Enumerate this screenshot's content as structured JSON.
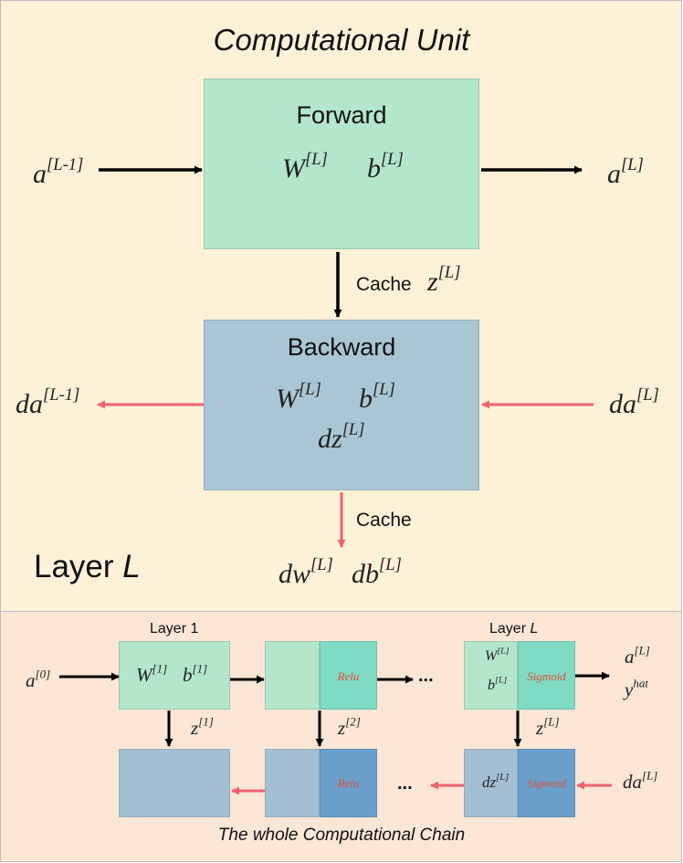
{
  "colors": {
    "top_bg": "#fdf1d8",
    "bottom_bg": "#fce6d6",
    "border": "#bdbdbd",
    "forward": "#b3e6cc",
    "backward": "#a9c6d4",
    "relu_fwd": "#7fdbc4",
    "relu_bwd": "#6a9fcb",
    "bwd_light": "#a4bed4",
    "black_arrow": "#000000",
    "red_arrow": "#ef6370",
    "activation_text": "#e0503a"
  },
  "unit": {
    "title": "Computational Unit",
    "forward_label": "Forward",
    "backward_label": "Backward",
    "fwd_w": {
      "base": "W",
      "sup": "[L]"
    },
    "fwd_b": {
      "base": "b",
      "sup": "[L]"
    },
    "bwd_w": {
      "base": "W",
      "sup": "[L]"
    },
    "bwd_b": {
      "base": "b",
      "sup": "[L]"
    },
    "bwd_dz": {
      "base": "dz",
      "sup": "[L]"
    },
    "input": {
      "base": "a",
      "sup": "[L-1]"
    },
    "output": {
      "base": "a",
      "sup": "[L]"
    },
    "cache_label": "Cache",
    "cache_z": {
      "base": "z",
      "sup": "[L]"
    },
    "grad_in": {
      "base": "da",
      "sup": "[L]"
    },
    "grad_out": {
      "base": "da",
      "sup": "[L-1]"
    },
    "cache2_label": "Cache",
    "dw": {
      "base": "dw",
      "sup": "[L]"
    },
    "db": {
      "base": "db",
      "sup": "[L]"
    },
    "layer_label": "Layer",
    "layer_var": "L"
  },
  "chain": {
    "caption": "The whole Computational Chain",
    "layer1_label": "Layer 1",
    "layerL_label": "Layer",
    "layerL_var": "L",
    "input": {
      "base": "a",
      "sup": "[0]"
    },
    "l1_w": {
      "base": "W",
      "sup": "[1]"
    },
    "l1_b": {
      "base": "b",
      "sup": "[1]"
    },
    "relu": "Relu",
    "sigmoid": "Sigmoid",
    "ellipsis": "...",
    "lL_w": {
      "base": "W",
      "sup": "[L]"
    },
    "lL_b": {
      "base": "b",
      "sup": "[L]"
    },
    "out_a": {
      "base": "a",
      "sup": "[L]"
    },
    "out_y": {
      "base": "y",
      "sup": "hat"
    },
    "z1": {
      "base": "z",
      "sup": "[1]"
    },
    "z2": {
      "base": "z",
      "sup": "[2]"
    },
    "zL": {
      "base": "z",
      "sup": "[L]"
    },
    "dzL": {
      "base": "dz",
      "sup": "[L]"
    },
    "grad_in": {
      "base": "da",
      "sup": "[L]"
    }
  }
}
